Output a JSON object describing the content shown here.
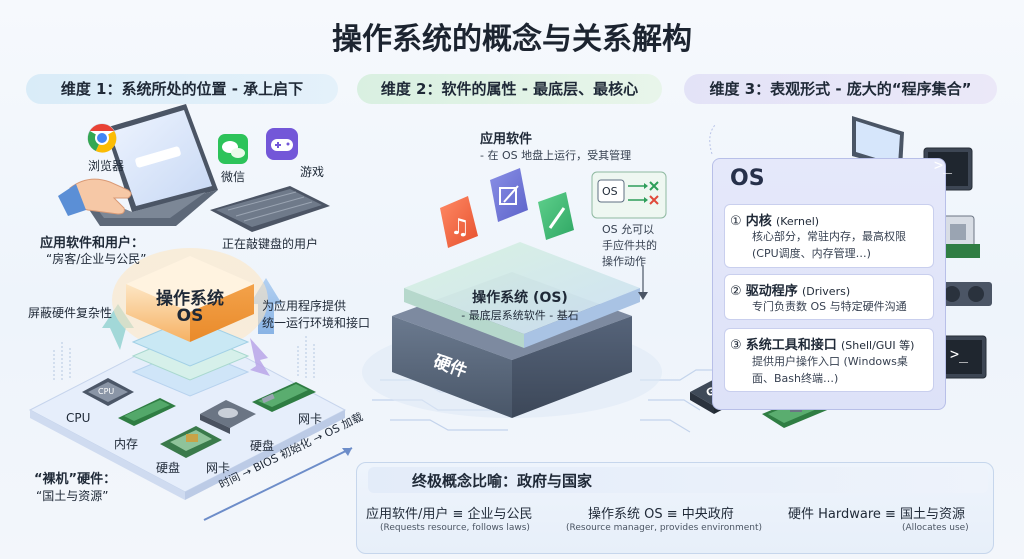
{
  "title": "操作系统的概念与关系解构",
  "dimensions": [
    "维度 1：系统所处的位置 - 承上启下",
    "维度 2：软件的属性 - 最底层、最核心",
    "维度 3：表观形式 - 庞大的“程序集合”"
  ],
  "left": {
    "browser": "浏览器",
    "wechat": "微信",
    "game": "游戏",
    "apps_users_title": "应用软件和用户：",
    "apps_users_sub": "“房客/企业与公民”",
    "typing_user": "正在敲键盘的用户",
    "os_line1": "操作系统",
    "os_line2": "OS",
    "shield_hw": "屏蔽硬件复杂性",
    "provide_env_1": "为应用程序提供",
    "provide_env_2": "统一运行环境和接口",
    "hw": {
      "cpu_chip": "CPU",
      "cpu": "CPU",
      "memory": "内存",
      "disk1": "硬盘",
      "nic1": "网卡",
      "disk2": "硬盘",
      "nic2": "网卡"
    },
    "bare_title": "“裸机”硬件：",
    "bare_sub": "“国土与资源”",
    "timeline": "时间 → BIOS 初始化 → OS 加载"
  },
  "middle": {
    "app_title": "应用软件",
    "app_sub": "- 在 OS 地盘上运行，受其管理",
    "os_box_label": "OS",
    "allow_1": "OS 允可以",
    "allow_2": "手应件共的",
    "allow_3": "操作动作",
    "os_title": "操作系统 (OS)",
    "os_sub": "- 最底层系统软件 - 基石",
    "hardware": "硬件",
    "gpu": "GPU"
  },
  "right": {
    "os_title": "OS",
    "items": [
      {
        "num": "①",
        "title": "内核",
        "title_en": "(Kernel)",
        "desc1": "核心部分，常驻内存，最高权限",
        "desc2": "(CPU调度、内存管理…)"
      },
      {
        "num": "②",
        "title": "驱动程序",
        "title_en": "(Drivers)",
        "desc1": "专门负责数 OS 与特定硬件沟通",
        "desc2": ""
      },
      {
        "num": "③",
        "title": "系统工具和接口",
        "title_en": "(Shell/GUI 等)",
        "desc1": "提供用户操作入口 (Windows桌",
        "desc2": "面、Bash终端…)"
      }
    ],
    "prompt": ">_"
  },
  "bottom": {
    "title": "终极概念比喻：政府与国家",
    "items": [
      {
        "main": "应用软件/用户 ≡ 企业与公民",
        "sub": "(Requests resource,  follows laws)"
      },
      {
        "main": "操作系统 OS ≡ 中央政府",
        "sub": "(Resource manager,  provides environment)"
      },
      {
        "main": "硬件 Hardware ≡ 国土与资源",
        "sub": "(Allocates use)"
      }
    ]
  }
}
